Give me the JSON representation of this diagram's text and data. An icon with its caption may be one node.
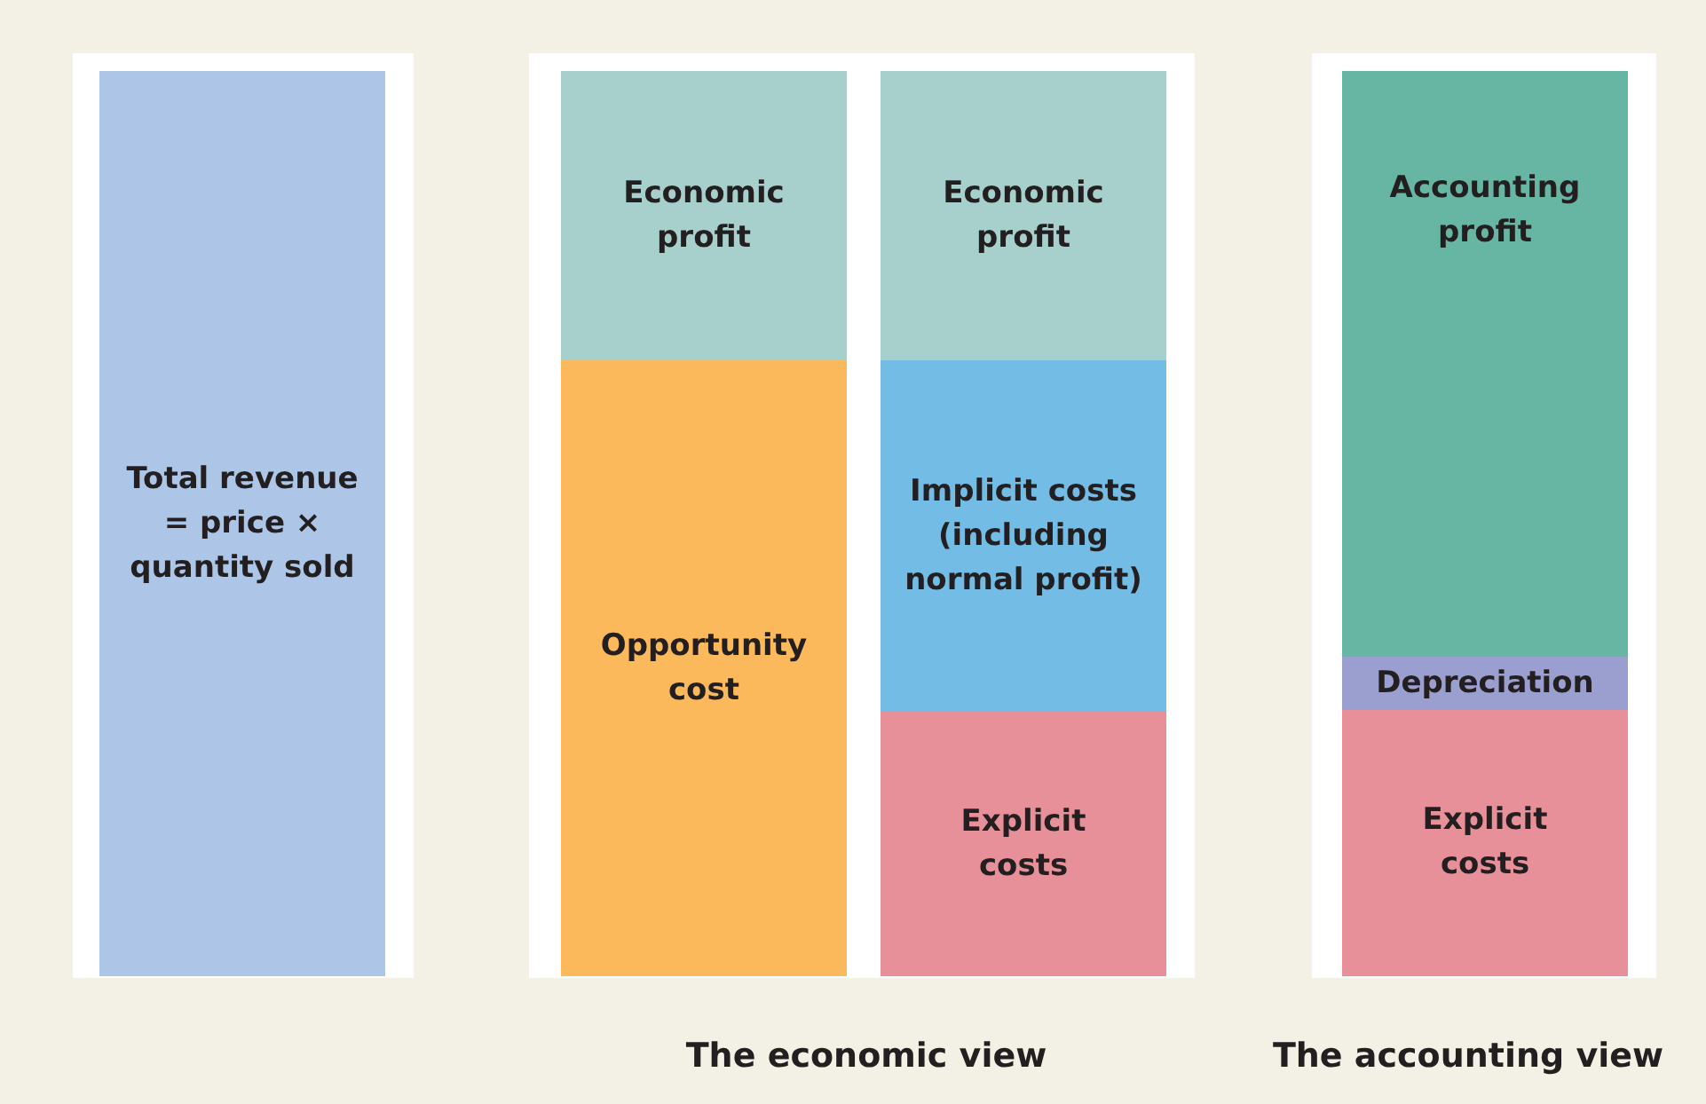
{
  "diagram": {
    "nodes": [
      {
        "text": [],
        "shape": "box"
      },
      {
        "text": [
          "Total revenue = price × quantity sold"
        ],
        "in": 0
      },
      {
        "text": [],
        "shape": "box"
      },
      {
        "text": [
          "Economic profit"
        ],
        "in": 2
      },
      {
        "text": [
          "Opportunity cost"
        ],
        "in": 2
      },
      {
        "text": [
          "Economic profit"
        ],
        "in": 2
      },
      {
        "text": [
          "Implicit costs (including normal profit)"
        ],
        "in": 2
      },
      {
        "text": [
          "Explicit costs"
        ],
        "in": 2
      },
      {
        "text": [],
        "shape": "box"
      },
      {
        "text": [
          "Accounting profit"
        ],
        "in": 8
      },
      {
        "text": [
          "Depreciation"
        ],
        "in": 8
      },
      {
        "text": [
          "Explicit costs"
        ],
        "in": 8
      }
    ],
    "labels": [
      "The economic view",
      "The accounting view"
    ]
  }
}
